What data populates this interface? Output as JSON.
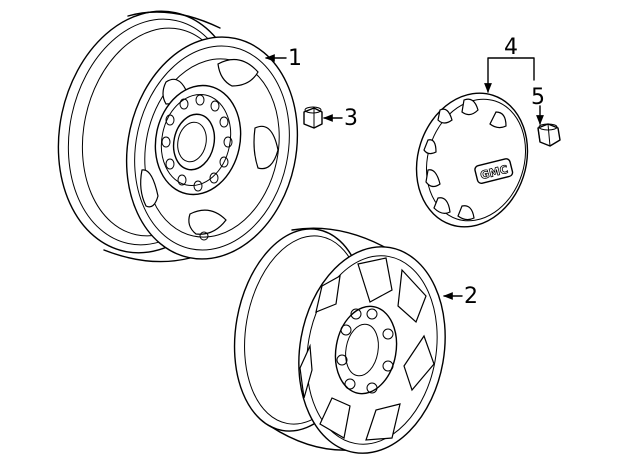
{
  "diagram": {
    "callouts": [
      {
        "id": "1",
        "text": "1",
        "part": "steel-wheel"
      },
      {
        "id": "2",
        "text": "2",
        "part": "aluminum-wheel"
      },
      {
        "id": "3",
        "text": "3",
        "part": "lug-nut"
      },
      {
        "id": "4",
        "text": "4",
        "part": "center-cap"
      },
      {
        "id": "5",
        "text": "5",
        "part": "cap-nut"
      }
    ],
    "cap_emblem": "GMC"
  }
}
